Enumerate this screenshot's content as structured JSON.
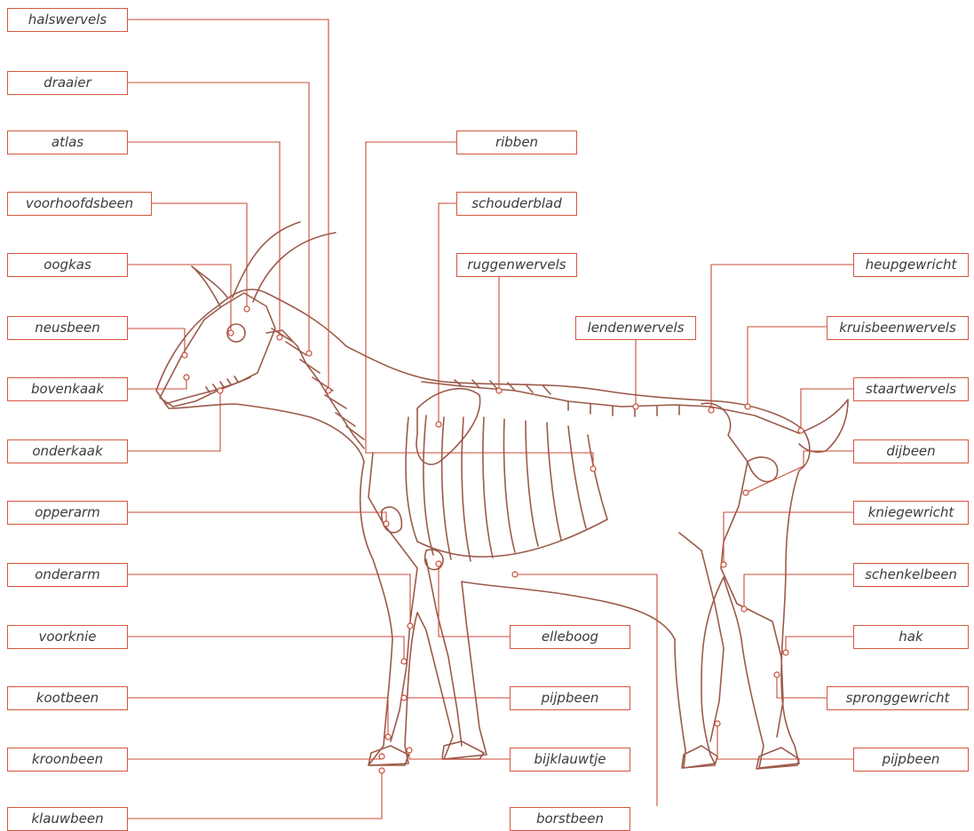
{
  "colors": {
    "leader": "#c84a34",
    "outline": "#9b5a4a",
    "bone_fill": "#ffffff",
    "label_text": "#3b3b3b"
  },
  "labels": {
    "halswervels": "halswervels",
    "draaier": "draaier",
    "atlas": "atlas",
    "voorhoofdsbeen": "voorhoofdsbeen",
    "oogkas": "oogkas",
    "neusbeen": "neusbeen",
    "bovenkaak": "bovenkaak",
    "onderkaak": "onderkaak",
    "opperarm": "opperarm",
    "onderarm": "onderarm",
    "voorknie": "voorknie",
    "kootbeen": "kootbeen",
    "kroonbeen": "kroonbeen",
    "klauwbeen": "klauwbeen",
    "ribben": "ribben",
    "schouderblad": "schouderblad",
    "ruggenwervels": "ruggenwervels",
    "lendenwervels": "lendenwervels",
    "elleboog": "elleboog",
    "pijpbeen_voor": "pijpbeen",
    "bijklauwtje": "bijklauwtje",
    "borstbeen": "borstbeen",
    "heupgewricht": "heupgewricht",
    "kruisbeenwervels": "kruisbeenwervels",
    "staartwervels": "staartwervels",
    "dijbeen": "dijbeen",
    "kniegewricht": "kniegewricht",
    "schenkelbeen": "schenkelbeen",
    "hak": "hak",
    "spronggewricht": "spronggewricht",
    "pijpbeen_achter": "pijpbeen"
  }
}
